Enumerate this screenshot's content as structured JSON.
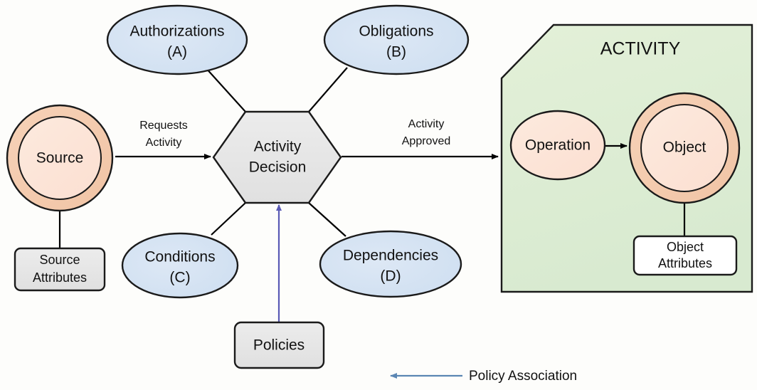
{
  "diagram": {
    "title_zone": "ACTIVITY",
    "nodes": {
      "source": {
        "label": "Source"
      },
      "source_attributes": {
        "line1": "Source",
        "line2": "Attributes"
      },
      "activity_decision": {
        "line1": "Activity",
        "line2": "Decision"
      },
      "authorizations": {
        "line1": "Authorizations",
        "line2": "(A)"
      },
      "obligations": {
        "line1": "Obligations",
        "line2": "(B)"
      },
      "conditions": {
        "line1": "Conditions",
        "line2": "(C)"
      },
      "dependencies": {
        "line1": "Dependencies",
        "line2": "(D)"
      },
      "policies": {
        "label": "Policies"
      },
      "operation": {
        "label": "Operation"
      },
      "object": {
        "label": "Object"
      },
      "object_attributes": {
        "line1": "Object",
        "line2": "Attributes"
      }
    },
    "edges": {
      "requests_activity": {
        "line1": "Requests",
        "line2": "Activity"
      },
      "activity_approved": {
        "line1": "Activity",
        "line2": "Approved"
      }
    },
    "legend": {
      "policy_association": "Policy Association"
    },
    "colors": {
      "background": "#fdfdfb",
      "ellipse_blue_fill": "#d6e3f2",
      "circle_outer_peach": "#f3caac",
      "circle_inner_peach": "#fce4d6",
      "hexagon_fill": "#e4e4e4",
      "activity_zone_fill": "#dcecd2",
      "box_grey_fill": "#ebebeb",
      "box_white_fill": "#ffffff",
      "stroke": "#1a1a1a",
      "policy_line": "#5a5ab5",
      "legend_line": "#5b86b3"
    }
  }
}
